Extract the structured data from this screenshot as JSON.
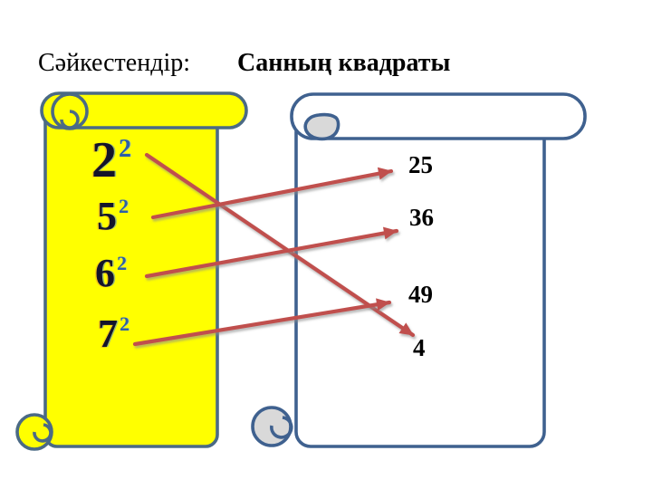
{
  "title": {
    "prompt": "Сәйкестендір:",
    "heading": "Санның квадраты"
  },
  "left_scroll": {
    "name": "squared expressions",
    "items": [
      {
        "base": "2",
        "exp": "2"
      },
      {
        "base": "5",
        "exp": "2"
      },
      {
        "base": "6",
        "exp": "2"
      },
      {
        "base": "7",
        "exp": "2"
      }
    ]
  },
  "right_scroll": {
    "name": "answer values",
    "items": [
      {
        "value": "25"
      },
      {
        "value": "36"
      },
      {
        "value": "49"
      },
      {
        "value": "4"
      }
    ]
  },
  "connections": [
    {
      "from": "2^2",
      "to": "4"
    },
    {
      "from": "5^2",
      "to": "25"
    },
    {
      "from": "6^2",
      "to": "36"
    },
    {
      "from": "7^2",
      "to": "49"
    }
  ],
  "colors": {
    "arrow": "#C0504D",
    "scroll_border": "#44658A",
    "left_scroll_fill": "#FFFF00",
    "right_scroll_fill": "#FFFFFF",
    "curl_fill": "#D9D9D9",
    "curl_shade": "#C9C00D"
  }
}
